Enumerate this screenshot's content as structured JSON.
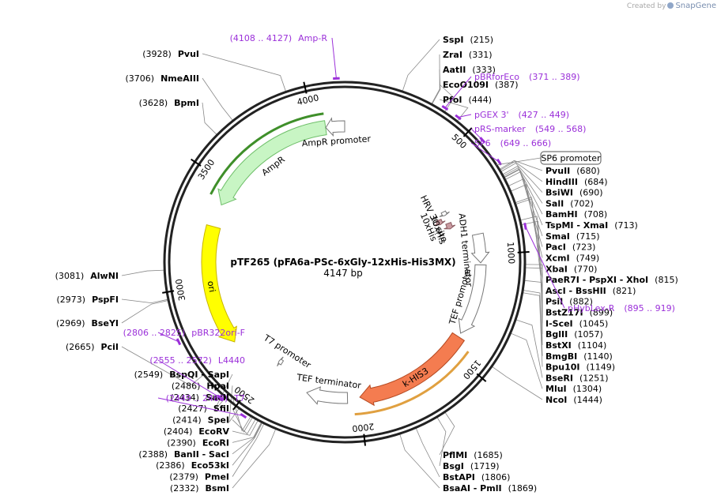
{
  "credit": {
    "created_by": "Created by",
    "brand": "SnapGene"
  },
  "plasmid": {
    "name": "pTF265 (pFA6a-PSc-6xGly-12xHis-His3MX)",
    "length": "4147 bp",
    "total_bp": 4147
  },
  "ticks": [
    {
      "bp": 500,
      "label": "500"
    },
    {
      "bp": 1000,
      "label": "1000"
    },
    {
      "bp": 1500,
      "label": "1500"
    },
    {
      "bp": 2000,
      "label": "2000"
    },
    {
      "bp": 2500,
      "label": "2500"
    },
    {
      "bp": 3000,
      "label": "3000"
    },
    {
      "bp": 3500,
      "label": "3500"
    },
    {
      "bp": 4000,
      "label": "4000"
    }
  ],
  "features": [
    {
      "name": "AmpR",
      "label": "AmpR",
      "start": 3397,
      "end": 4054,
      "direction": "ccw",
      "color": "#c8f5c4",
      "stroke": "#6fbf6a"
    },
    {
      "name": "AmpR promoter",
      "label": "AmpR promoter",
      "start": 4055,
      "end": 4147,
      "direction": "ccw",
      "color": "#ffffff",
      "stroke": "#777777"
    },
    {
      "name": "ori",
      "label": "ori",
      "start": 2696,
      "end": 3285,
      "direction": "ccw",
      "color": "#ffff00",
      "stroke": "#c8b400"
    },
    {
      "name": "HRV 3C site",
      "label": "HRV 3C site",
      "start": 726,
      "end": 749,
      "direction": "cw",
      "color": "#ffffff",
      "stroke": "#777777"
    },
    {
      "name": "10xHis",
      "label": "10xHis",
      "start": 760,
      "end": 790,
      "direction": "cw",
      "color": "#c99aa0",
      "stroke": "#8a5a60"
    },
    {
      "name": "10xHis (2)",
      "label": "10xHis",
      "start": 800,
      "end": 835,
      "direction": "cw",
      "color": "#c99aa0",
      "stroke": "#8a5a60"
    },
    {
      "name": "ADH1 terminator",
      "label": "ADH1 terminator",
      "start": 900,
      "end": 1040,
      "direction": "cw",
      "color": "#ffffff",
      "stroke": "#777777"
    },
    {
      "name": "TEF promoter",
      "label": "TEF promoter",
      "start": 1050,
      "end": 1400,
      "direction": "cw",
      "color": "#ffffff",
      "stroke": "#777777"
    },
    {
      "name": "k-HIS3",
      "label": "k-HIS3",
      "start": 1420,
      "end": 2000,
      "direction": "cw",
      "color": "#f47c50",
      "stroke": "#b54a22"
    },
    {
      "name": "TEF terminator",
      "label": "TEF terminator",
      "start": 2060,
      "end": 2260,
      "direction": "cw",
      "color": "#ffffff",
      "stroke": "#777777"
    },
    {
      "name": "T7 promoter",
      "label": "T7 promoter",
      "start": 2440,
      "end": 2460,
      "direction": "cw",
      "color": "#ffffff",
      "stroke": "#777777"
    }
  ],
  "sites": [
    {
      "name": "SspI",
      "pos": "(215)",
      "bp": 215,
      "side": "right"
    },
    {
      "name": "ZraI",
      "pos": "(331)",
      "bp": 331,
      "side": "right"
    },
    {
      "name": "AatII",
      "pos": "(333)",
      "bp": 333,
      "side": "right"
    },
    {
      "name": "EcoO109I",
      "pos": "(387)",
      "bp": 387,
      "side": "right"
    },
    {
      "name": "PfoI",
      "pos": "(444)",
      "bp": 444,
      "side": "right"
    },
    {
      "name": "PvuII",
      "pos": "(680)",
      "bp": 680,
      "side": "right"
    },
    {
      "name": "HindIII",
      "pos": "(684)",
      "bp": 684,
      "side": "right"
    },
    {
      "name": "BsiWI",
      "pos": "(690)",
      "bp": 690,
      "side": "right"
    },
    {
      "name": "SalI",
      "pos": "(702)",
      "bp": 702,
      "side": "right"
    },
    {
      "name": "BamHI",
      "pos": "(708)",
      "bp": 708,
      "side": "right"
    },
    {
      "name": "TspMI - XmaI",
      "pos": "(713)",
      "bp": 713,
      "side": "right"
    },
    {
      "name": "SmaI",
      "pos": "(715)",
      "bp": 715,
      "side": "right"
    },
    {
      "name": "PacI",
      "pos": "(723)",
      "bp": 723,
      "side": "right"
    },
    {
      "name": "XcmI",
      "pos": "(749)",
      "bp": 749,
      "side": "right"
    },
    {
      "name": "XbaI",
      "pos": "(770)",
      "bp": 770,
      "side": "right"
    },
    {
      "name": "PaeR7I - PspXI - XhoI",
      "pos": "(815)",
      "bp": 815,
      "side": "right"
    },
    {
      "name": "AscI - BssHII",
      "pos": "(821)",
      "bp": 821,
      "side": "right"
    },
    {
      "name": "PsiI",
      "pos": "(882)",
      "bp": 882,
      "side": "right"
    },
    {
      "name": "BstZ17I",
      "pos": "(899)",
      "bp": 899,
      "side": "right"
    },
    {
      "name": "I-SceI",
      "pos": "(1045)",
      "bp": 1045,
      "side": "right"
    },
    {
      "name": "BglII",
      "pos": "(1057)",
      "bp": 1057,
      "side": "right"
    },
    {
      "name": "BstXI",
      "pos": "(1104)",
      "bp": 1104,
      "side": "right"
    },
    {
      "name": "BmgBI",
      "pos": "(1140)",
      "bp": 1140,
      "side": "right"
    },
    {
      "name": "Bpu10I",
      "pos": "(1149)",
      "bp": 1149,
      "side": "right"
    },
    {
      "name": "BseRI",
      "pos": "(1251)",
      "bp": 1251,
      "side": "right"
    },
    {
      "name": "MluI",
      "pos": "(1304)",
      "bp": 1304,
      "side": "right"
    },
    {
      "name": "NcoI",
      "pos": "(1444)",
      "bp": 1444,
      "side": "right"
    },
    {
      "name": "PflMI",
      "pos": "(1685)",
      "bp": 1685,
      "side": "right"
    },
    {
      "name": "BsgI",
      "pos": "(1719)",
      "bp": 1719,
      "side": "right"
    },
    {
      "name": "BstAPI",
      "pos": "(1806)",
      "bp": 1806,
      "side": "right"
    },
    {
      "name": "BsaAI - PmlI",
      "pos": "(1869)",
      "bp": 1869,
      "side": "right"
    },
    {
      "name": "PvuI",
      "pos": "(3928)",
      "bp": 3928,
      "side": "left"
    },
    {
      "name": "NmeAIII",
      "pos": "(3706)",
      "bp": 3706,
      "side": "left"
    },
    {
      "name": "BpmI",
      "pos": "(3628)",
      "bp": 3628,
      "side": "left"
    },
    {
      "name": "AlwNI",
      "pos": "(3081)",
      "bp": 3081,
      "side": "left"
    },
    {
      "name": "PspFI",
      "pos": "(2973)",
      "bp": 2973,
      "side": "left"
    },
    {
      "name": "BseYI",
      "pos": "(2969)",
      "bp": 2969,
      "side": "left"
    },
    {
      "name": "PciI",
      "pos": "(2665)",
      "bp": 2665,
      "side": "left"
    },
    {
      "name": "BspQI - SapI",
      "pos": "(2549)",
      "bp": 2549,
      "side": "left"
    },
    {
      "name": "HpaI",
      "pos": "(2486)",
      "bp": 2486,
      "side": "left"
    },
    {
      "name": "SacII",
      "pos": "(2434)",
      "bp": 2434,
      "side": "left"
    },
    {
      "name": "SfiI",
      "pos": "(2427)",
      "bp": 2427,
      "side": "left"
    },
    {
      "name": "SpeI",
      "pos": "(2414)",
      "bp": 2414,
      "side": "left"
    },
    {
      "name": "EcoRV",
      "pos": "(2404)",
      "bp": 2404,
      "side": "left"
    },
    {
      "name": "EcoRI",
      "pos": "(2390)",
      "bp": 2390,
      "side": "left"
    },
    {
      "name": "BanII - SacI",
      "pos": "(2388)",
      "bp": 2388,
      "side": "left"
    },
    {
      "name": "Eco53kI",
      "pos": "(2386)",
      "bp": 2386,
      "side": "left"
    },
    {
      "name": "PmeI",
      "pos": "(2379)",
      "bp": 2379,
      "side": "left"
    },
    {
      "name": "BsmI",
      "pos": "(2332)",
      "bp": 2332,
      "side": "left"
    }
  ],
  "primers": [
    {
      "name": "Amp-R",
      "range": "(4108 .. 4127)",
      "bp": 4117,
      "side": "left"
    },
    {
      "name": "pBRforEco",
      "range": "(371 .. 389)",
      "bp": 380,
      "side": "right"
    },
    {
      "name": "pGEX 3'",
      "range": "(427 .. 449)",
      "bp": 438,
      "side": "right"
    },
    {
      "name": "pRS-marker",
      "range": "(549 .. 568)",
      "bp": 558,
      "side": "right"
    },
    {
      "name": "SP6",
      "range": "(649 .. 666)",
      "bp": 657,
      "side": "right"
    },
    {
      "name": "pHybLex-R",
      "range": "(895 .. 919)",
      "bp": 907,
      "side": "right"
    },
    {
      "name": "pBR322ori-F",
      "range": "(2806 .. 2825)",
      "bp": 2815,
      "side": "left"
    },
    {
      "name": "L4440",
      "range": "(2555 .. 2572)",
      "bp": 2563,
      "side": "left"
    },
    {
      "name": "T7",
      "range": "(2449 .. 2468)",
      "bp": 2458,
      "side": "left"
    }
  ],
  "boxed_features": [
    {
      "name": "SP6 promoter",
      "bp": 660
    }
  ]
}
